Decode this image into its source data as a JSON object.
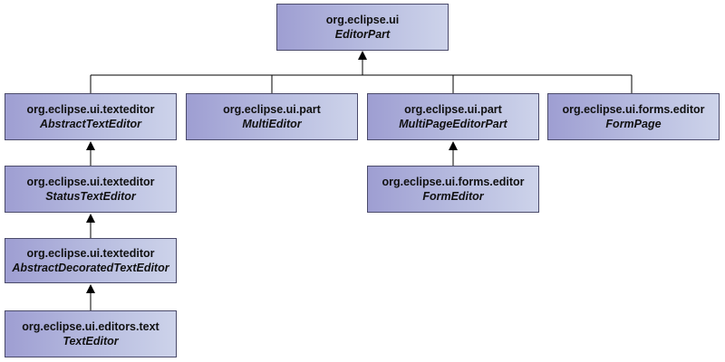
{
  "diagram": {
    "nodes": {
      "editor_part": {
        "package": "org.eclipse.ui",
        "class": "EditorPart"
      },
      "abstract_text_editor": {
        "package": "org.eclipse.ui.texteditor",
        "class": "AbstractTextEditor"
      },
      "multi_editor": {
        "package": "org.eclipse.ui.part",
        "class": "MultiEditor"
      },
      "multi_page_editor_part": {
        "package": "org.eclipse.ui.part",
        "class": "MultiPageEditorPart"
      },
      "form_page": {
        "package": "org.eclipse.ui.forms.editor",
        "class": "FormPage"
      },
      "status_text_editor": {
        "package": "org.eclipse.ui.texteditor",
        "class": "StatusTextEditor"
      },
      "form_editor": {
        "package": "org.eclipse.ui.forms.editor",
        "class": "FormEditor"
      },
      "abstract_decorated_text_editor": {
        "package": "org.eclipse.ui.texteditor",
        "class": "AbstractDecoratedTextEditor"
      },
      "text_editor": {
        "package": "org.eclipse.ui.editors.text",
        "class": "TextEditor"
      }
    },
    "colors": {
      "node_gradient_start": "#9e9ed2",
      "node_gradient_end": "#cdd3ea",
      "node_border": "#4a4a6a",
      "connector": "#000000"
    }
  }
}
